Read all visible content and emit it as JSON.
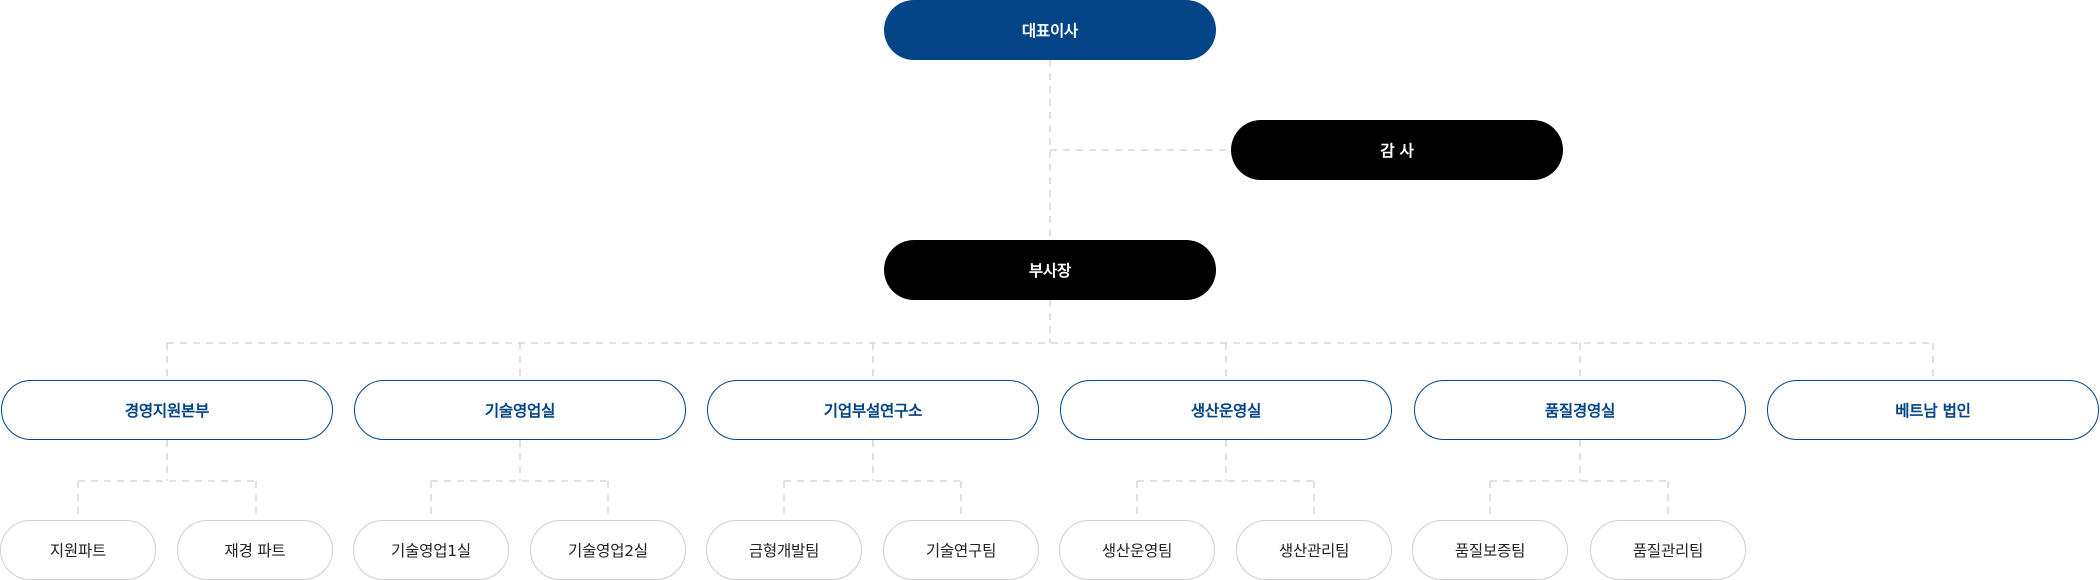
{
  "org": {
    "ceo": "대표이사",
    "auditor": "감 사",
    "vice_president": "부사장",
    "departments": [
      {
        "name": "경영지원본부",
        "teams": [
          "지원파트",
          "재경 파트"
        ]
      },
      {
        "name": "기술영업실",
        "teams": [
          "기술영업1실",
          "기술영업2실"
        ]
      },
      {
        "name": "기업부설연구소",
        "teams": [
          "금형개발팀",
          "기술연구팀"
        ]
      },
      {
        "name": "생산운영실",
        "teams": [
          "생산운영팀",
          "생산관리팀"
        ]
      },
      {
        "name": "품질경영실",
        "teams": [
          "품질보증팀",
          "품질관리팀"
        ]
      },
      {
        "name": "베트남 법인",
        "teams": []
      }
    ]
  },
  "colors": {
    "ceo_fill": "#024486",
    "executive_fill": "#000000",
    "department_border": "#024486",
    "team_border": "#cfcfcf",
    "connector": "#cfcfcf"
  }
}
